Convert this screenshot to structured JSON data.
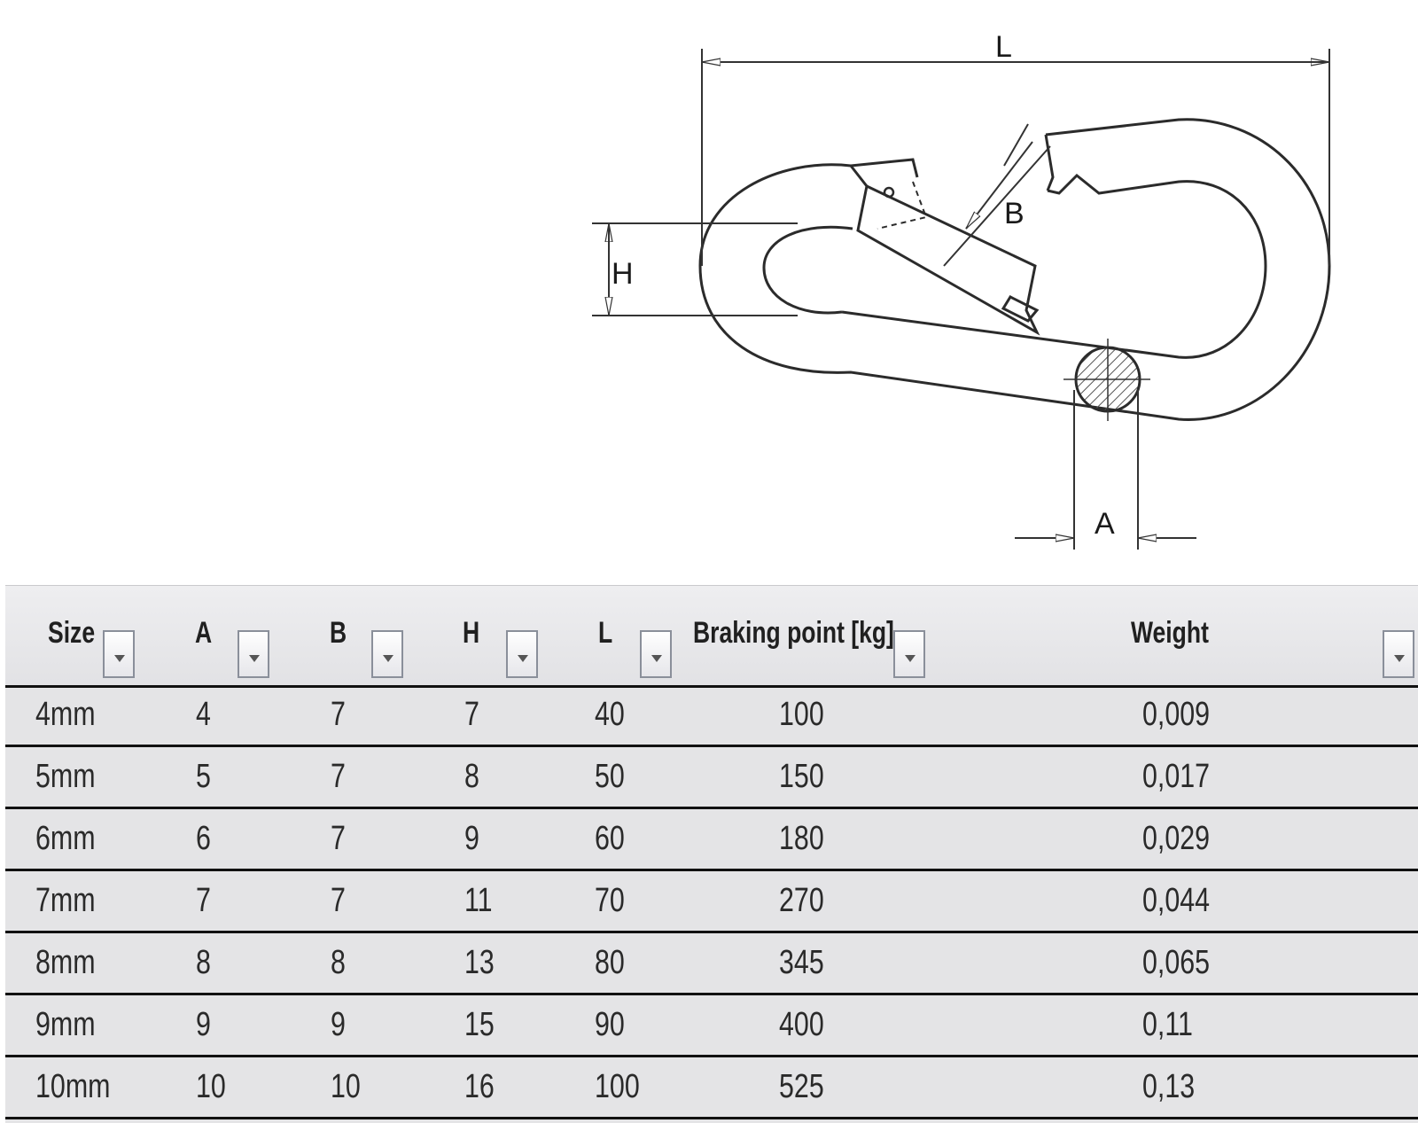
{
  "diagram": {
    "labels": {
      "L": "L",
      "B": "B",
      "H": "H",
      "A": "A"
    }
  },
  "table": {
    "headers": [
      "Size",
      "A",
      "B",
      "H",
      "L",
      "Braking point [kg]",
      "Weight"
    ],
    "rows": [
      [
        "4mm",
        "4",
        "7",
        "7",
        "40",
        "100",
        "0,009"
      ],
      [
        "5mm",
        "5",
        "7",
        "8",
        "50",
        "150",
        "0,017"
      ],
      [
        "6mm",
        "6",
        "7",
        "9",
        "60",
        "180",
        "0,029"
      ],
      [
        "7mm",
        "7",
        "7",
        "11",
        "70",
        "270",
        "0,044"
      ],
      [
        "8mm",
        "8",
        "8",
        "13",
        "80",
        "345",
        "0,065"
      ],
      [
        "9mm",
        "9",
        "9",
        "15",
        "90",
        "400",
        "0,11"
      ],
      [
        "10mm",
        "10",
        "10",
        "16",
        "100",
        "525",
        "0,13"
      ]
    ]
  }
}
